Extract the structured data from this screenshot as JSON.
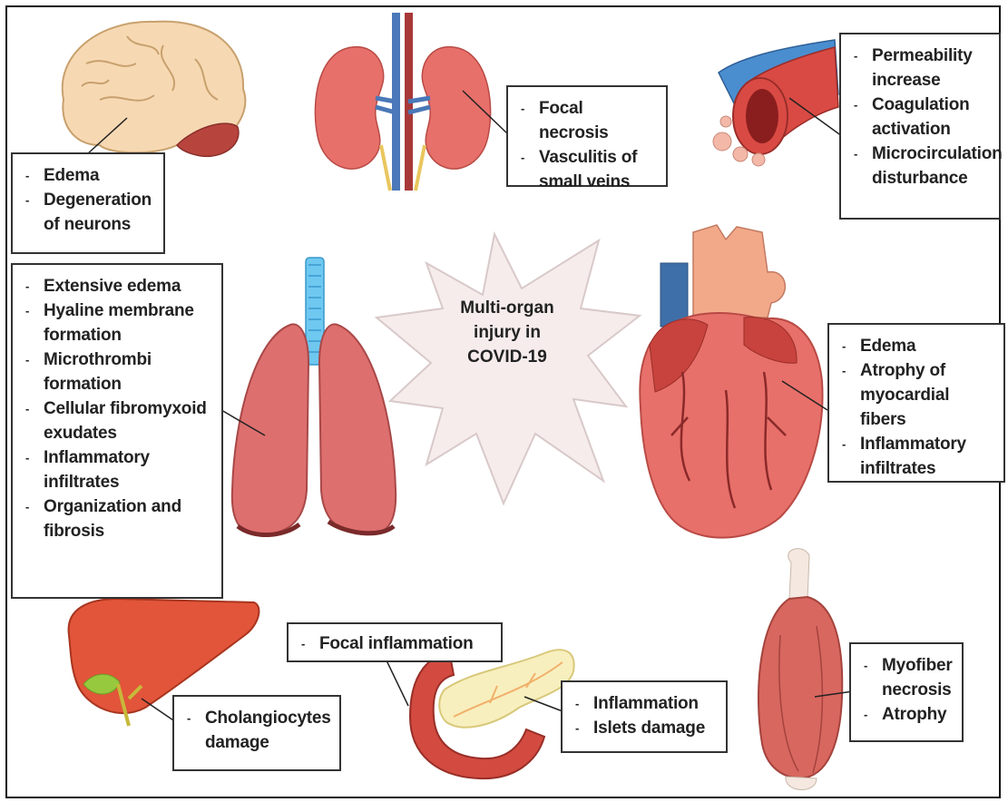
{
  "center": {
    "label": [
      "Multi-organ",
      "injury in",
      "COVID-19"
    ]
  },
  "organs": {
    "brain": {
      "findings": [
        "Edema",
        "Degeneration of neurons"
      ]
    },
    "kidney": {
      "findings": [
        "Focal necrosis",
        "Vasculitis of small veins"
      ]
    },
    "vessel": {
      "findings": [
        "Permeability increase",
        "Coagulation activation",
        "Microcirculation disturbance"
      ]
    },
    "lung": {
      "findings": [
        "Extensive edema",
        "Hyaline membrane formation",
        "Microthrombi formation",
        "Cellular fibromyxoid exudates",
        "Inflammatory infiltrates",
        "Organization and fibrosis"
      ]
    },
    "heart": {
      "findings": [
        "Edema",
        "Atrophy of myocardial fibers",
        "Inflammatory infiltrates"
      ]
    },
    "liver": {
      "findings": [
        "Cholangiocytes damage"
      ]
    },
    "pancreas_top": {
      "findings": [
        "Focal inflammation"
      ]
    },
    "pancreas": {
      "findings": [
        "Inflammation",
        "Islets damage"
      ]
    },
    "muscle": {
      "findings": [
        "Myofiber necrosis",
        "Atrophy"
      ]
    }
  },
  "colors": {
    "organ_red": "#e8706a",
    "lung": "#de6f6f",
    "vessel_blue": "#4a78b8",
    "brain": "#f6d9b3",
    "liver": "#e2553a",
    "pancreas": "#f8efbe",
    "star": "#f6ecec"
  }
}
